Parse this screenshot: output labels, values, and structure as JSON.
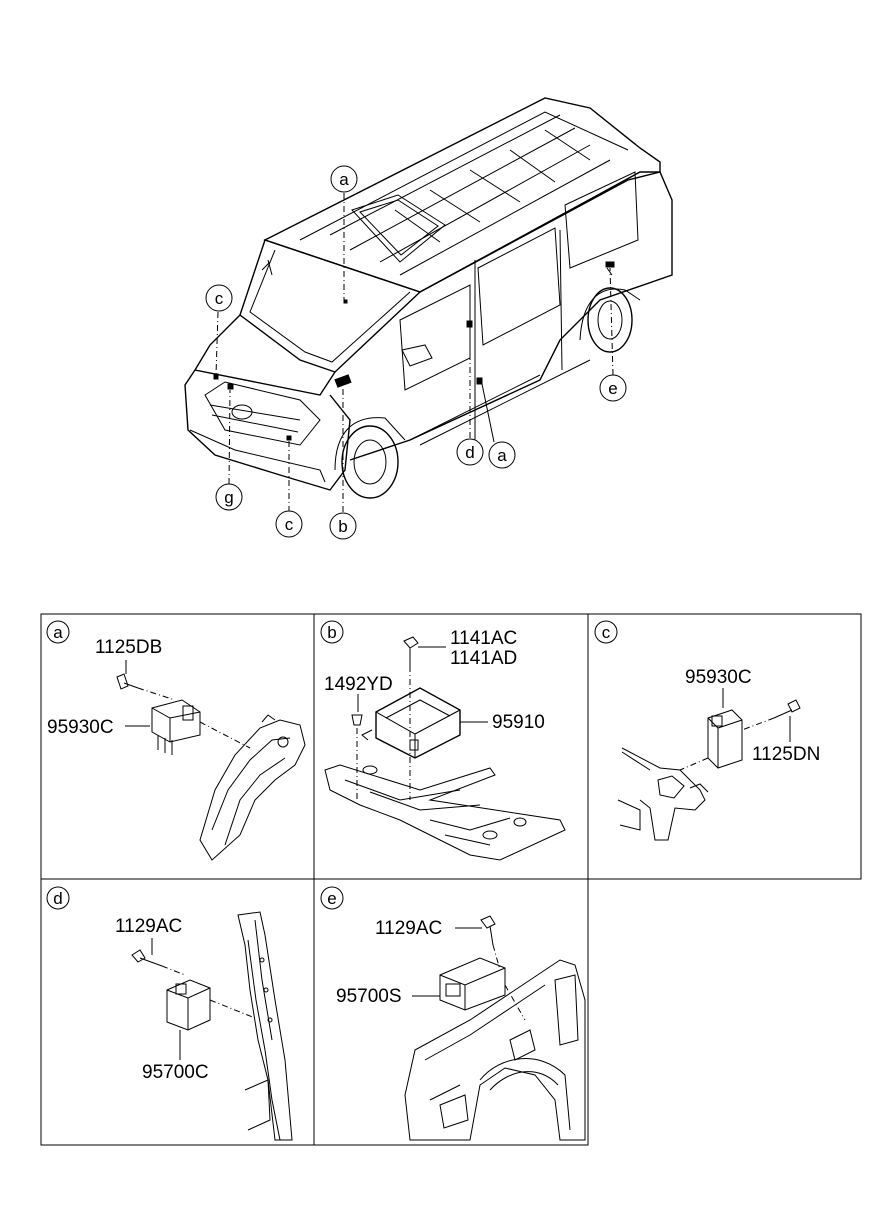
{
  "vehicle_callouts": [
    {
      "id": "a-roof",
      "letter": "a"
    },
    {
      "id": "c-left",
      "letter": "c"
    },
    {
      "id": "e-rear",
      "letter": "e"
    },
    {
      "id": "g-front",
      "letter": "g"
    },
    {
      "id": "c-bumper",
      "letter": "c"
    },
    {
      "id": "b-center",
      "letter": "b"
    },
    {
      "id": "d-pillar",
      "letter": "d"
    },
    {
      "id": "a-side",
      "letter": "a"
    }
  ],
  "panels": {
    "a": {
      "letter": "a",
      "labels": [
        "1125DB",
        "95930C"
      ]
    },
    "b": {
      "letter": "b",
      "labels": [
        "1141AC",
        "1141AD",
        "1492YD",
        "95910"
      ]
    },
    "c": {
      "letter": "c",
      "labels": [
        "95930C",
        "1125DN"
      ]
    },
    "d": {
      "letter": "d",
      "labels": [
        "1129AC",
        "95700C"
      ]
    },
    "e": {
      "letter": "e",
      "labels": [
        "1129AC",
        "95700S"
      ]
    }
  }
}
